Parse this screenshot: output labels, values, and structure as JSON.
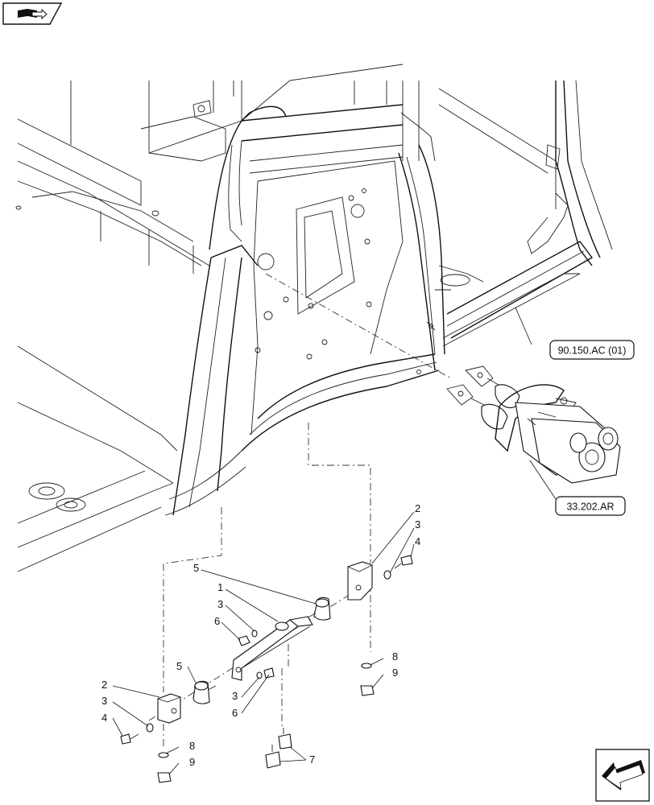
{
  "icons": {
    "top_left": "book-pointer-icon",
    "bottom_right": "next-arrow-icon"
  },
  "references": {
    "upper": "90.150.AC (01)",
    "lower": "33.202.AR"
  },
  "callouts": [
    {
      "id": "c2-top",
      "text": "2"
    },
    {
      "id": "c3-top",
      "text": "3"
    },
    {
      "id": "c4-top",
      "text": "4"
    },
    {
      "id": "c5-mid",
      "text": "5"
    },
    {
      "id": "c1",
      "text": "1"
    },
    {
      "id": "c3-mid",
      "text": "3"
    },
    {
      "id": "c6-mid",
      "text": "6"
    },
    {
      "id": "c8-right",
      "text": "8"
    },
    {
      "id": "c9-right",
      "text": "9"
    },
    {
      "id": "c5-low",
      "text": "5"
    },
    {
      "id": "c2-left",
      "text": "2"
    },
    {
      "id": "c3-left",
      "text": "3"
    },
    {
      "id": "c4-left",
      "text": "4"
    },
    {
      "id": "c3-low",
      "text": "3"
    },
    {
      "id": "c6-low",
      "text": "6"
    },
    {
      "id": "c8-left",
      "text": "8"
    },
    {
      "id": "c9-left",
      "text": "9"
    },
    {
      "id": "c7",
      "text": "7"
    }
  ]
}
